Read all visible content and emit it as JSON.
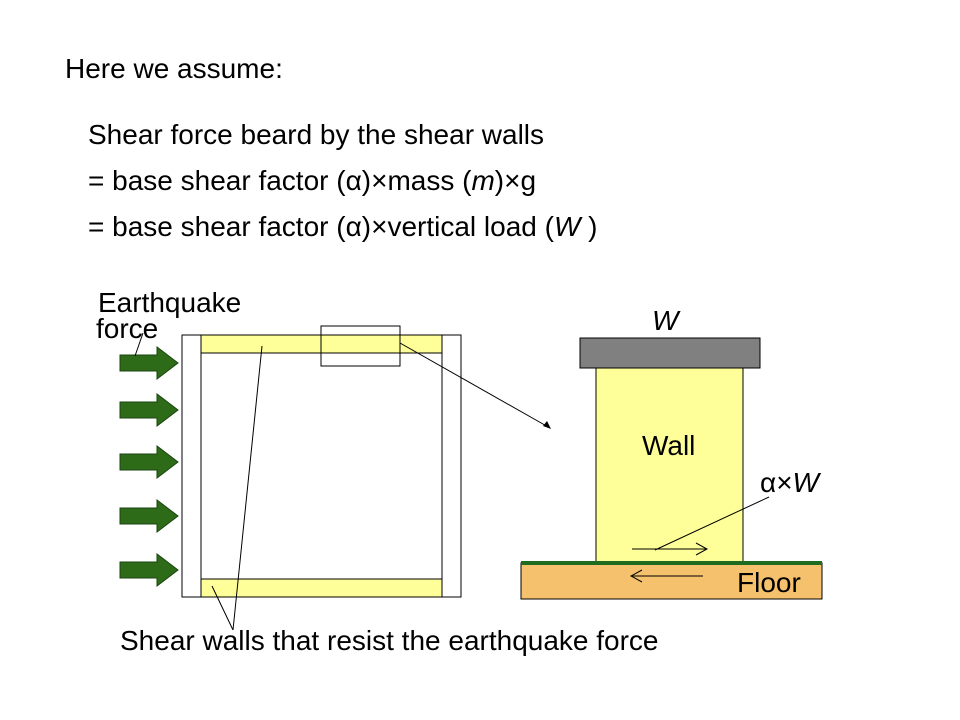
{
  "text": {
    "heading": "Here we assume:",
    "line1": "Shear force beard by the shear walls",
    "line2_prefix": "= base shear factor (α)×mass (",
    "line2_var": "m",
    "line2_suffix": ")×g",
    "line3_prefix": "= base shear factor (α)×vertical load (",
    "line3_var": "W",
    "line3_suffix": " )"
  },
  "diagram": {
    "earthquake_label_1": "Earthquake",
    "earthquake_label_2": "force",
    "weight_label": "W",
    "wall_label": "Wall",
    "shear_label_prefix": "α×",
    "shear_label_var": "W",
    "floor_label": "Floor",
    "caption": "Shear walls that resist the earthquake force"
  },
  "colors": {
    "wall_fill": "#ffff99",
    "floor_fill": "#f5c16c",
    "top_slab": "#808080",
    "arrow_fill": "#2e6b18",
    "floor_line": "#1f6b1f"
  }
}
